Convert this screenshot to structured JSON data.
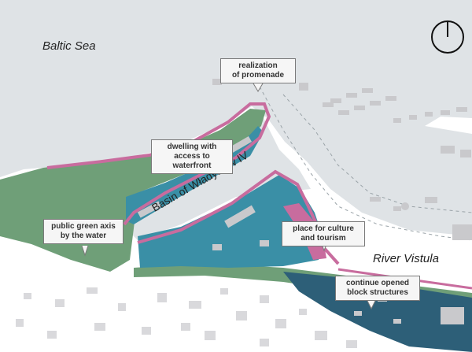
{
  "labels": {
    "baltic_sea": "Baltic Sea",
    "river_vistula": "River Vistula",
    "basin": "Basin of Władysław IV"
  },
  "callouts": {
    "promenade": "realization\nof promenade",
    "dwelling": "dwelling with\naccess to waterfront",
    "green_axis": "public green axis\nby the water",
    "culture": "place for culture\nand tourism",
    "block": "continue opened\nblock structures"
  },
  "icons": {
    "compass": "north-arrow-icon"
  },
  "colors": {
    "water": "#dfe3e6",
    "land": "#ffffff",
    "green": "#6f9f78",
    "blue": "#3a8fa6",
    "dark_blue": "#2d5f78",
    "pink": "#c86c9e",
    "building": "#c9c9cc",
    "callout_bg": "#f6f6f6"
  }
}
